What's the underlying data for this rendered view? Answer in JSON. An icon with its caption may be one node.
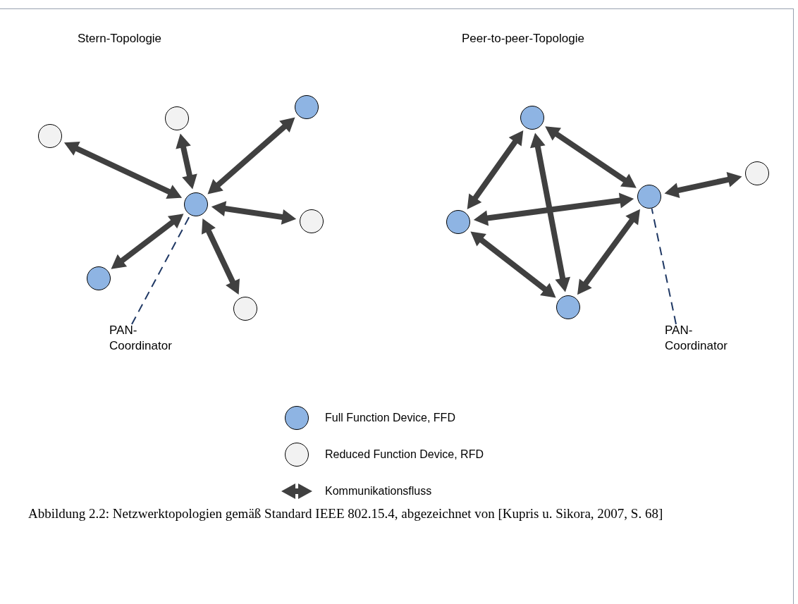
{
  "diagram": {
    "caption": "Abbildung 2.2: Netzwerktopologien gemäß Standard IEEE 802.15.4, abgezeichnet von [Kupris u. Sikora, 2007, S. 68]",
    "nodes": [
      {
        "text": [],
        "shape": "circle"
      },
      {
        "text": [],
        "shape": "circle"
      },
      {
        "text": [],
        "shape": "circle"
      },
      {
        "text": [],
        "shape": "circle"
      },
      {
        "text": [],
        "shape": "circle"
      },
      {
        "text": [],
        "shape": "circle"
      },
      {
        "text": [],
        "shape": "circle"
      },
      {
        "text": [],
        "shape": "circle"
      },
      {
        "text": [],
        "shape": "circle"
      },
      {
        "text": [],
        "shape": "circle"
      },
      {
        "text": [],
        "shape": "circle"
      },
      {
        "text": [],
        "shape": "circle"
      },
      {
        "text": [
          "PAN- Coordinator"
        ]
      },
      {
        "text": [
          "PAN- Coordinator"
        ]
      }
    ],
    "edges": [
      {
        "from": 0,
        "to": 1,
        "arrow": "both"
      },
      {
        "from": 0,
        "to": 2,
        "arrow": "both"
      },
      {
        "from": 0,
        "to": 3,
        "arrow": "both"
      },
      {
        "from": 0,
        "to": 4,
        "arrow": "both"
      },
      {
        "from": 0,
        "to": 5,
        "arrow": "both"
      },
      {
        "from": 0,
        "to": 6,
        "arrow": "both"
      },
      {
        "from": 7,
        "to": 8,
        "arrow": "both"
      },
      {
        "from": 7,
        "to": 9,
        "arrow": "both"
      },
      {
        "from": 7,
        "to": 11,
        "arrow": "both"
      },
      {
        "from": 8,
        "to": 9,
        "arrow": "both"
      },
      {
        "from": 8,
        "to": 11,
        "arrow": "both"
      },
      {
        "from": 9,
        "to": 11,
        "arrow": "both"
      },
      {
        "from": 9,
        "to": 10,
        "arrow": "both"
      },
      {
        "from": 12,
        "to": 0,
        "arrow": "none",
        "style": "dashed",
        "color": "#1f3864"
      },
      {
        "from": 13,
        "to": 9,
        "arrow": "none",
        "style": "dashed",
        "color": "#1f3864"
      }
    ],
    "labels": [
      "Stern-Topologie",
      "Peer-to-peer-Topologie"
    ],
    "legend": [
      {
        "text": "Full Function Device, FFD",
        "color": "#8eb4e3"
      },
      {
        "text": "Reduced Function Device, RFD",
        "color": "#f2f2f2"
      },
      {
        "text": "Kommunikationsfluss"
      }
    ]
  }
}
